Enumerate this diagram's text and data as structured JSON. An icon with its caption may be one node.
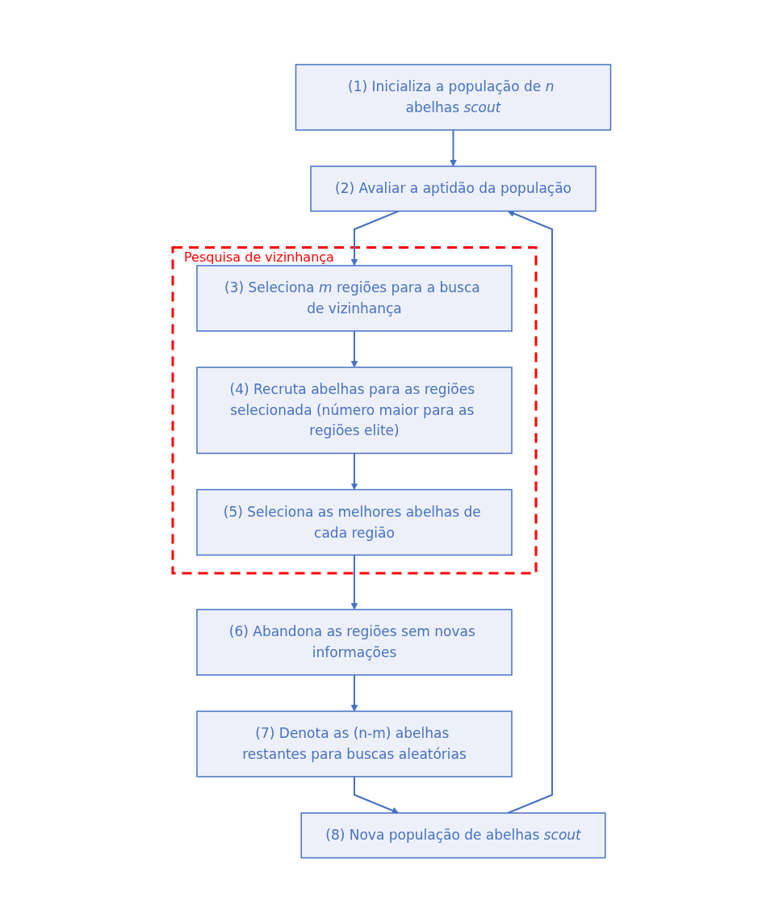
{
  "diagram": {
    "nodes": [
      {
        "text": [
          "(1) Inicializa a população de *n* abelhas *scout*"
        ]
      },
      {
        "text": [
          "(2) Avaliar a aptidão da população"
        ]
      },
      {
        "text": [
          "Pesquisa de vizinhança"
        ]
      },
      {
        "text": [
          "(3) Seleciona *m* regiões para a busca de vizinhança"
        ],
        "in": 2
      },
      {
        "text": [
          "(4) Recruta abelhas para as regiões selecionada (número maior para as regiões elite)"
        ],
        "in": 2
      },
      {
        "text": [
          "(5) Seleciona as melhores abelhas de cada região"
        ],
        "in": 2
      },
      {
        "text": [
          "(6) Abandona as regiões sem novas informações"
        ]
      },
      {
        "text": [
          "(7) Denota as (n-m) abelhas restantes para buscas aleatórias"
        ]
      },
      {
        "text": [
          "(8) Nova população de abelhas *scout*"
        ]
      }
    ],
    "edges": [
      {
        "from": 0,
        "to": 1,
        "arrow": "to"
      },
      {
        "from": 1,
        "to": 3,
        "arrow": "to"
      },
      {
        "from": 3,
        "to": 4,
        "arrow": "to"
      },
      {
        "from": 4,
        "to": 5,
        "arrow": "to"
      },
      {
        "from": 5,
        "to": 6,
        "arrow": "to"
      },
      {
        "from": 6,
        "to": 7,
        "arrow": "to"
      },
      {
        "from": 7,
        "to": 8,
        "arrow": "to"
      },
      {
        "from": 8,
        "to": 1,
        "arrow": "to"
      }
    ]
  }
}
